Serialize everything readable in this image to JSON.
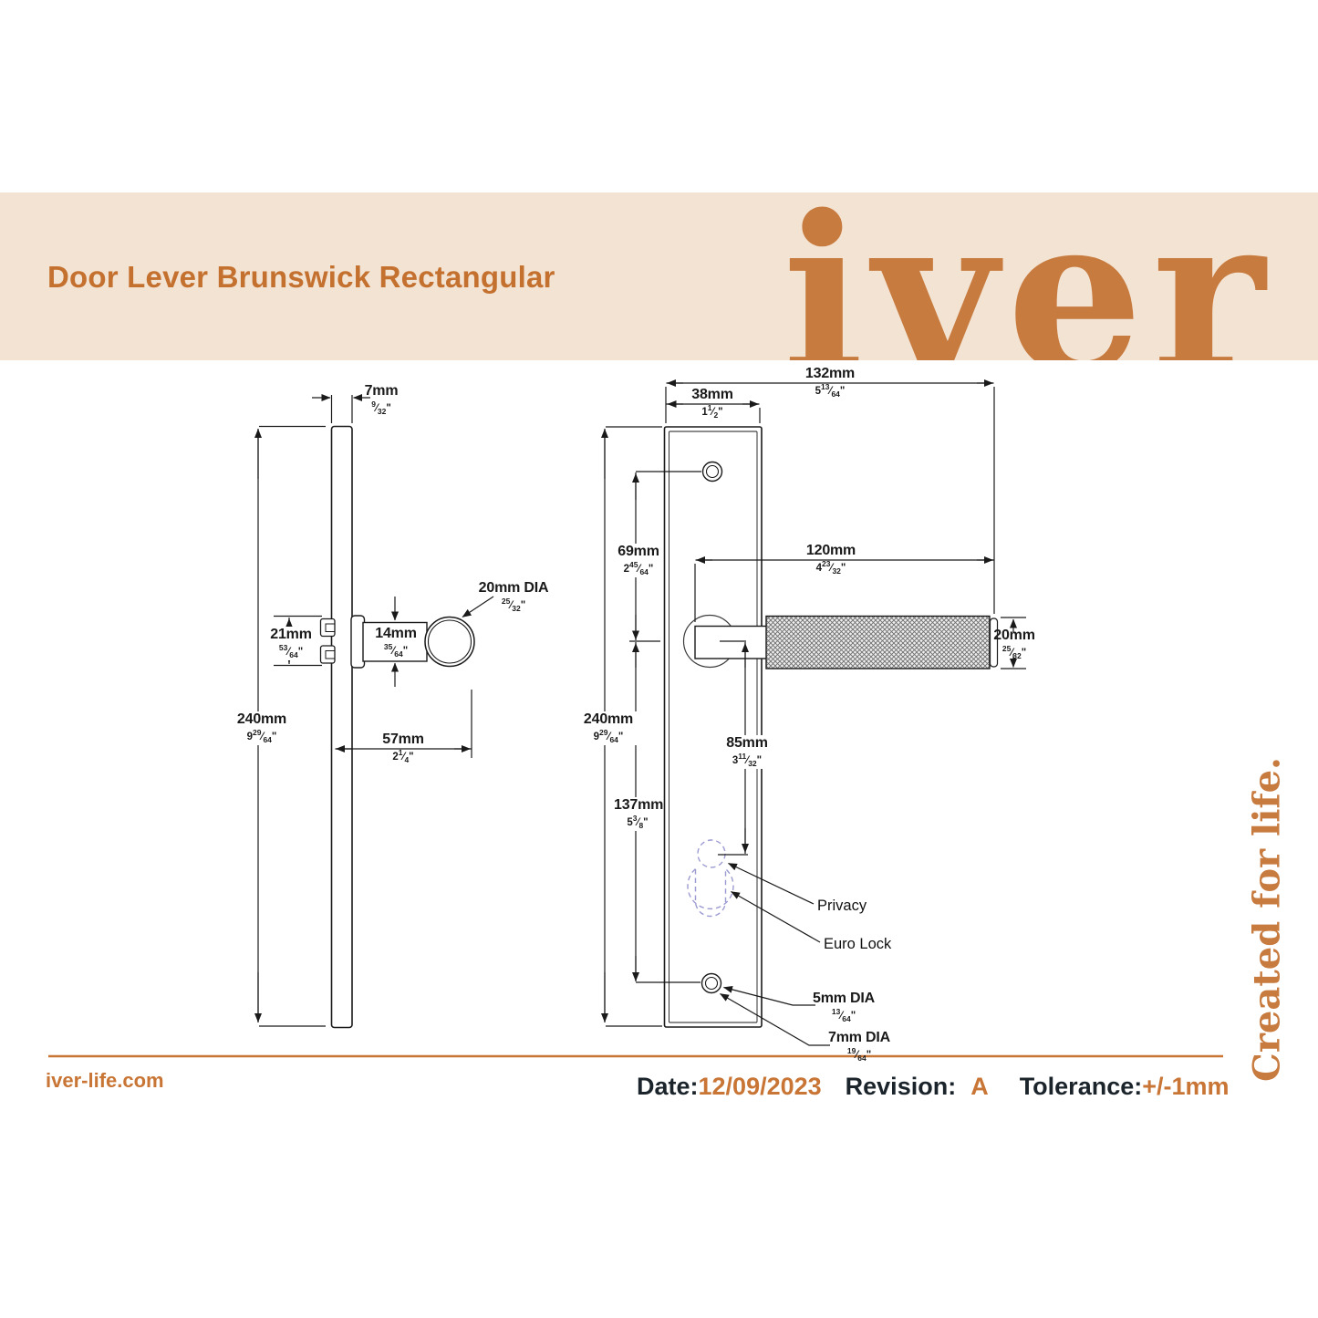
{
  "header": {
    "title": "Door Lever Brunswick Rectangular",
    "logo": "iver",
    "tagline": "Created for life."
  },
  "footer": {
    "website": "iver-life.com",
    "date_label": "Date:",
    "date": "12/09/2023",
    "revision_label": "Revision:",
    "revision": "A",
    "tolerance_label": "Tolerance:",
    "tolerance": "+/-1mm"
  },
  "side_view": {
    "thickness": {
      "mm": "7mm",
      "inch": "9/32\""
    },
    "height": {
      "mm": "240mm",
      "inch": "9 29/64\""
    },
    "latch_height": {
      "mm": "21mm",
      "inch": "53/64\""
    },
    "neck": {
      "mm": "14mm",
      "inch": "35/64\""
    },
    "lever_diameter": {
      "mm": "20mm DIA",
      "inch": "25/32\""
    },
    "projection": {
      "mm": "57mm",
      "inch": "2 1/4\""
    }
  },
  "front_view": {
    "overall_width": {
      "mm": "132mm",
      "inch": "5 13/64\""
    },
    "plate_width": {
      "mm": "38mm",
      "inch": "1 1/2\""
    },
    "height": {
      "mm": "240mm",
      "inch": "9 29/64\""
    },
    "hole_to_lever": {
      "mm": "69mm",
      "inch": "2 45/64\""
    },
    "lever_length": {
      "mm": "120mm",
      "inch": "4 23/32\""
    },
    "grip_diameter": {
      "mm": "20mm",
      "inch": "25/32\""
    },
    "lever_to_lock": {
      "mm": "85mm",
      "inch": "3 11/32\""
    },
    "lever_to_hole": {
      "mm": "137mm",
      "inch": "5 3/8\""
    },
    "privacy_label": "Privacy",
    "euro_lock_label": "Euro Lock",
    "screw_hole": {
      "mm": "5mm DIA",
      "inch": "13/64\""
    },
    "fixing_hole": {
      "mm": "7mm DIA",
      "inch": "19/64\""
    }
  },
  "colors": {
    "accent_orange": "#C87B3F",
    "title_orange": "#C4702E",
    "footer_orange": "#C87535",
    "banner_background": "#F3E3D2",
    "drawing_line": "#1A1A1A",
    "euro_lock_dash": "#9B9BD2"
  }
}
